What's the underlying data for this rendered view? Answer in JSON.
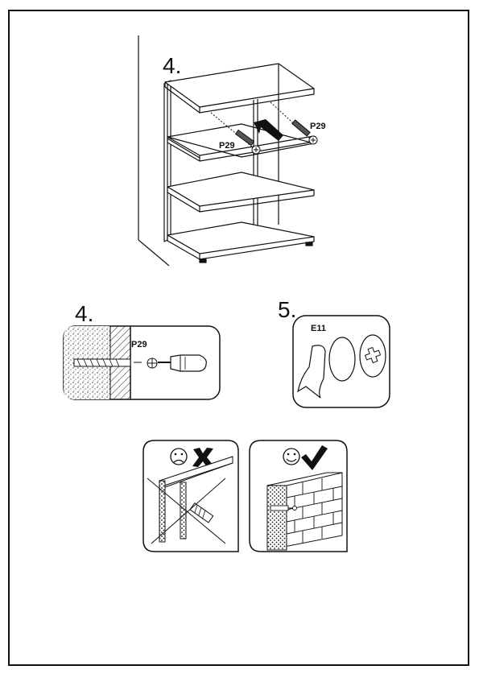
{
  "page": {
    "sheet": "assembly-instruction-page"
  },
  "step_main": {
    "number": "4.",
    "screw_label_left": "P29",
    "screw_label_right": "P29"
  },
  "step_wall": {
    "number": "4.",
    "screw_label": "P29"
  },
  "step_cover": {
    "number": "5.",
    "part_label": "E11"
  },
  "wall_check": {
    "wrong_face": "sad-face-icon",
    "wrong_mark": "cross-icon",
    "right_face": "smiley-face-icon",
    "right_mark": "check-icon"
  },
  "colors": {
    "line": "#111111",
    "background": "#ffffff",
    "stipple": "#555555"
  }
}
